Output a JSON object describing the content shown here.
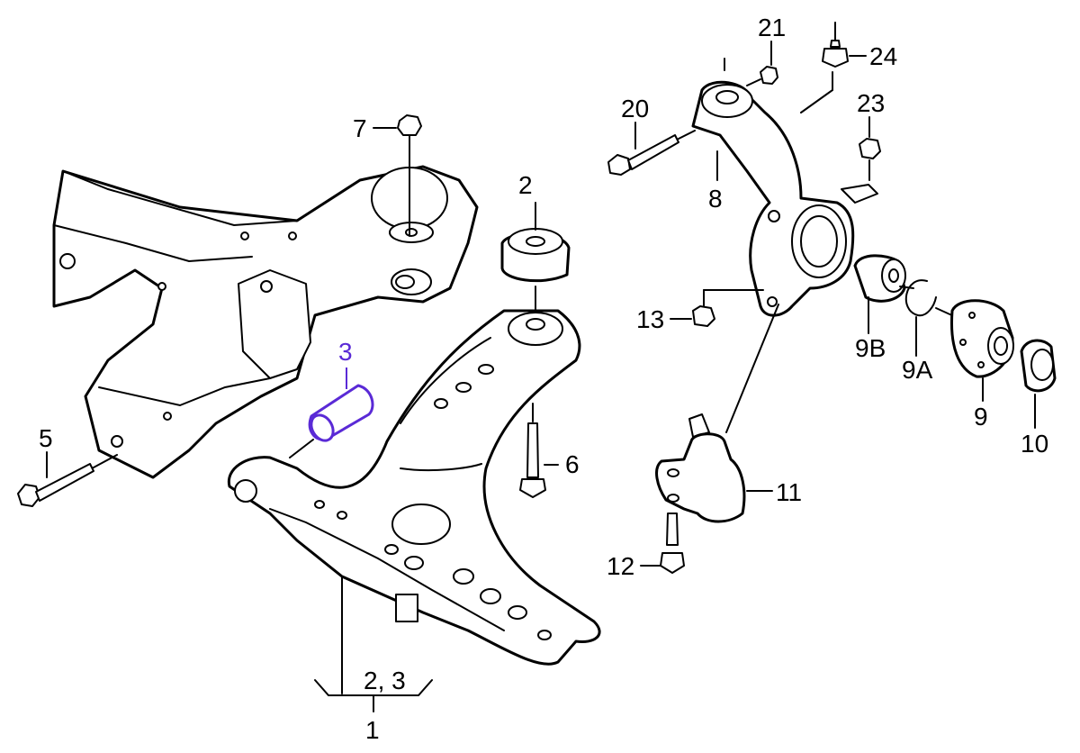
{
  "callouts": [
    {
      "id": "7",
      "text": "7"
    },
    {
      "id": "2",
      "text": "2"
    },
    {
      "id": "3",
      "text": "3",
      "highlighted": true
    },
    {
      "id": "5",
      "text": "5"
    },
    {
      "id": "6",
      "text": "6"
    },
    {
      "id": "23",
      "text": "2, 3"
    },
    {
      "id": "1",
      "text": "1"
    },
    {
      "id": "21",
      "text": "21"
    },
    {
      "id": "24",
      "text": "24"
    },
    {
      "id": "20",
      "text": "20"
    },
    {
      "id": "23b",
      "text": "23"
    },
    {
      "id": "8",
      "text": "8"
    },
    {
      "id": "13",
      "text": "13"
    },
    {
      "id": "9B",
      "text": "9B"
    },
    {
      "id": "9A",
      "text": "9A"
    },
    {
      "id": "9",
      "text": "9"
    },
    {
      "id": "10",
      "text": "10"
    },
    {
      "id": "11",
      "text": "11"
    },
    {
      "id": "12",
      "text": "12"
    }
  ],
  "colors": {
    "line": "#000000",
    "highlight": "#5a2ad6",
    "background": "#ffffff"
  }
}
